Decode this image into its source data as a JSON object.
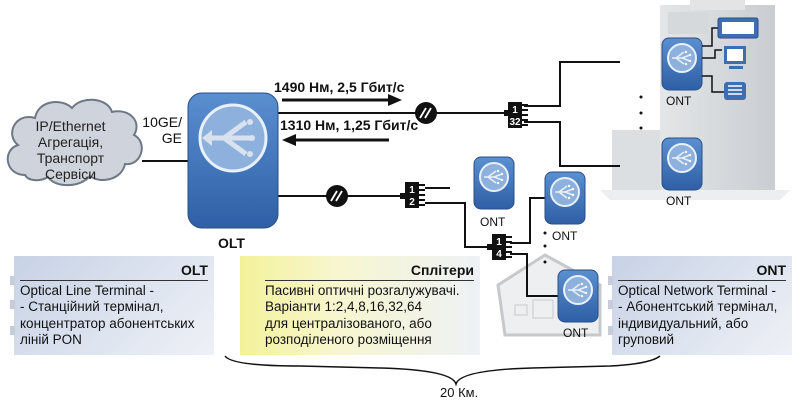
{
  "cloud": {
    "lines": [
      "IP/Ethernet",
      "Агрегація,",
      "Транспорт",
      "Сервіси"
    ]
  },
  "uplink_label": [
    "10GE/",
    "GE"
  ],
  "olt_label": "OLT",
  "downstream_label": "1490 Нм, 2,5 Гбит/с",
  "upstream_label": "1310 Нм, 1,25 Гбит/с",
  "splitters": [
    {
      "ratio_top": "1",
      "ratio_bottom": "32"
    },
    {
      "ratio_top": "1",
      "ratio_bottom": "2"
    },
    {
      "ratio_top": "1",
      "ratio_bottom": "4"
    }
  ],
  "ont_labels": [
    "ONT",
    "ONT",
    "ONT",
    "ONT",
    "ONT"
  ],
  "info_boxes": {
    "olt": {
      "title": "OLT",
      "lines": [
        "Optical Line Terminal -",
        "- Станційний термінал,",
        "концентратор абонентських",
        "ліній PON"
      ]
    },
    "splitters": {
      "title": "Сплітери",
      "lines": [
        "Пасивні оптичні розгалужувачі.",
        "Варіанти 1:2,4,8,16,32,64",
        "для централізованого, або",
        "розподіленого розміщення"
      ]
    },
    "ont": {
      "title": "ONT",
      "lines": [
        "Optical Network Terminal -",
        "- Абонентський термінал,",
        "індивидуальний, або",
        "груповий"
      ]
    }
  },
  "distance_label": "20 Км.",
  "colors": {
    "device_blue": "#3d6eb4",
    "device_border": "#2a4f86",
    "line": "#111111"
  }
}
